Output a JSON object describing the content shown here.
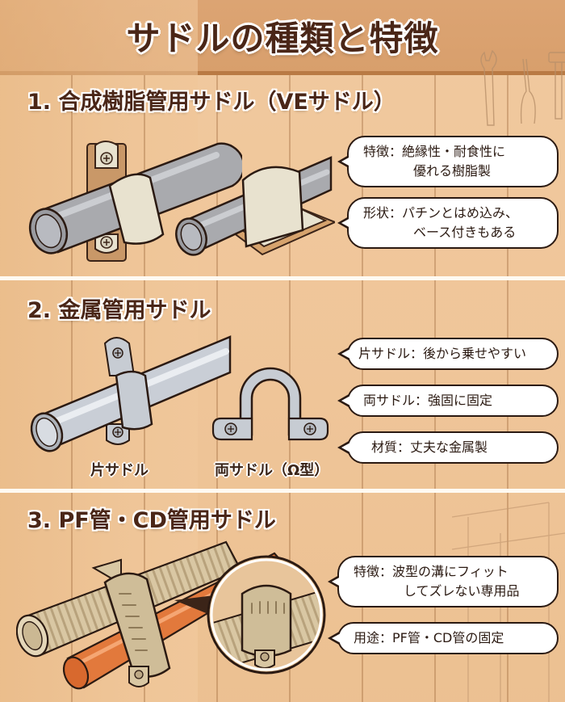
{
  "title": "サドルの種類と特徴",
  "colors": {
    "heading_text": "#4a2617",
    "heading_outline": "#ffffff",
    "background_wood": "#eec497",
    "header_band": "#d89f6c",
    "bubble_border": "#2b1a12",
    "divider": "#fffaf2",
    "pvc_pipe": "#a9aaae",
    "resin_saddle": "#e8e2cf",
    "metal": "#c7ccd3",
    "corrugated": "#d9c7a3",
    "cd_pipe": "#e2793c"
  },
  "sections": [
    {
      "heading": "1. 合成樹脂管用サドル（VEサドル）",
      "illustrations": [
        "pvc-pipe-with-one-sided-resin-saddle",
        "pvc-pipe-with-base-resin-saddle"
      ],
      "bubbles": [
        {
          "label": "特徴：",
          "line1": "絶縁性・耐食性に",
          "line2": "優れる樹脂製"
        },
        {
          "label": "形状：",
          "line1": "パチンとはめ込み、",
          "line2": "ベース付きもある"
        }
      ]
    },
    {
      "heading": "2. 金属管用サドル",
      "captions": [
        "片サドル",
        "両サドル（Ω型）"
      ],
      "bubbles": [
        {
          "label": "片サドル：",
          "line1": "後から乗せやすい"
        },
        {
          "label": "両サドル：",
          "line1": "強固に固定"
        },
        {
          "label": "材質：",
          "line1": "丈夫な金属製"
        }
      ]
    },
    {
      "heading": "3. PF管・CD管用サドル",
      "illustrations": [
        "corrugated-pf-pipe-and-orange-cd-pipe-with-saddle",
        "zoom-detail-circle"
      ],
      "bubbles": [
        {
          "label": "特徴：",
          "line1": "波型の溝にフィット",
          "line2": "してズレない専用品"
        },
        {
          "label": "用途：",
          "line1": "PF管・CD管の固定"
        }
      ]
    }
  ]
}
